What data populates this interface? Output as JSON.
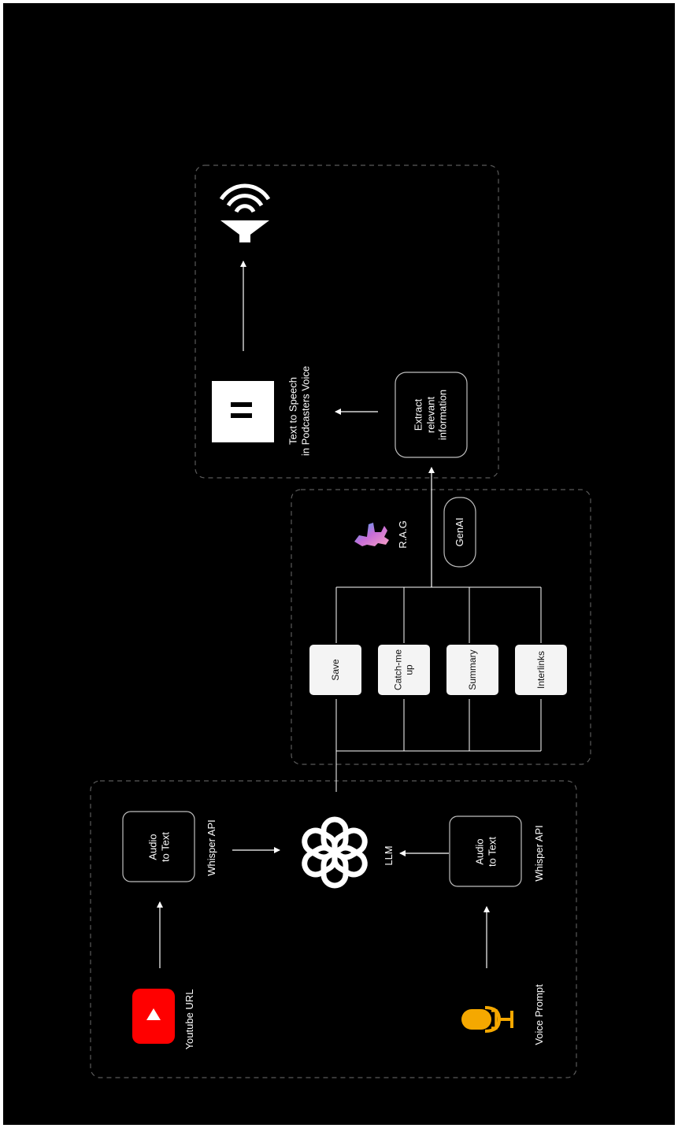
{
  "inputs": {
    "youtube_label": "Youtube URL",
    "voice_label": "Voice Prompt",
    "audio_to_text_top": "Audio\nto Text",
    "audio_to_text_bottom": "Audio\nto Text",
    "whisper_top": "Whisper API",
    "whisper_bottom": "Whisper API",
    "llm_label": "LLM"
  },
  "features": {
    "items": [
      "Save",
      "Catch-me\nup",
      "Summary",
      "Interlinks"
    ],
    "rag_label": "R.A.G",
    "genai_label": "GenAI"
  },
  "output": {
    "tts_label": "Text to Speech\nin Podcasters Voice",
    "extract_label": "Extract\nrelevant\ninformation"
  },
  "colors": {
    "background": "#000000",
    "youtube_red": "#ff0000",
    "mic_orange": "#f5a800",
    "box_border": "#ffffff",
    "feature_box_fill": "#f4f4f4",
    "dashed_border": "#555555"
  },
  "icons": [
    "youtube-icon",
    "microphone-icon",
    "openai-icon",
    "llama-icon",
    "speaker-icon",
    "equals-icon"
  ]
}
